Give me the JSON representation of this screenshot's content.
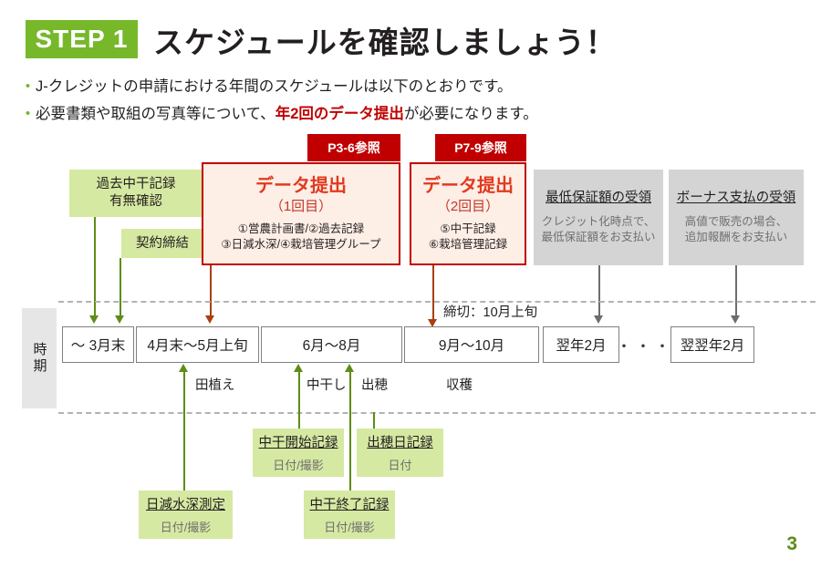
{
  "header": {
    "step_badge": "STEP 1",
    "headline": "スケジュールを確認しましょう！",
    "bullets": [
      {
        "dot": "•",
        "text": "J-クレジットの申請における年間のスケジュールは以下のとおりです。"
      }
    ],
    "bullet2": {
      "dot": "•",
      "pre": "必要書類や取組の写真等について、",
      "emphasis": "年2回のデータ提出",
      "post": "が必要になります。"
    }
  },
  "top_boxes": {
    "past_record": "過去中干記録\n有無確認",
    "past_record_line1": "過去中干記録",
    "past_record_line2": "有無確認",
    "contract": "契約締結",
    "submission1": {
      "ref_tag": "P3-6参照",
      "title": "データ提出",
      "sub": "（1回目）",
      "items_line1": "①営農計画書/②過去記録",
      "items_line2": "③日減水深/④栽培管理グループ"
    },
    "submission2": {
      "ref_tag": "P7-9参照",
      "title": "データ提出",
      "sub": "（2回目）",
      "items_line1": "⑤中干記録",
      "items_line2": "⑥栽培管理記録"
    },
    "min_guarantee": {
      "title": "最低保証額の受領",
      "sub_line1": "クレジット化時点で、",
      "sub_line2": "最低保証額をお支払い"
    },
    "bonus": {
      "title": "ボーナス支払の受領",
      "sub_line1": "高値で販売の場合、",
      "sub_line2": "追加報酬をお支払い"
    }
  },
  "timeline": {
    "band_label": "時期",
    "deadline_note": "締切：10月上旬",
    "periods": [
      {
        "label": "～ 3月末"
      },
      {
        "label": "4月末～5月上旬"
      },
      {
        "label": "6月～8月"
      },
      {
        "label": "9月～10月"
      },
      {
        "label": "翌年2月"
      },
      {
        "label": "翌翌年2月"
      }
    ],
    "ellipsis": "・・・",
    "stages": [
      {
        "label": "田植え"
      },
      {
        "label": "中干し"
      },
      {
        "label": "出穂"
      },
      {
        "label": "収穫"
      }
    ]
  },
  "record_boxes": [
    {
      "title": "中干開始記録",
      "sub": "日付/撮影"
    },
    {
      "title": "出穂日記録",
      "sub": "日付"
    },
    {
      "title": "日減水深測定",
      "sub": "日付/撮影"
    },
    {
      "title": "中干終了記録",
      "sub": "日付/撮影"
    }
  ],
  "footer": {
    "page_number": "3"
  },
  "colors": {
    "step_green": "#76b82a",
    "light_green": "#d6e9a2",
    "grey_box": "#d4d4d4",
    "red_accent": "#c00000",
    "red_fill": "#fdeee6",
    "green_arrow": "#5e8c16",
    "red_arrow": "#a8400f",
    "grey_arrow": "#6d6d6d"
  }
}
